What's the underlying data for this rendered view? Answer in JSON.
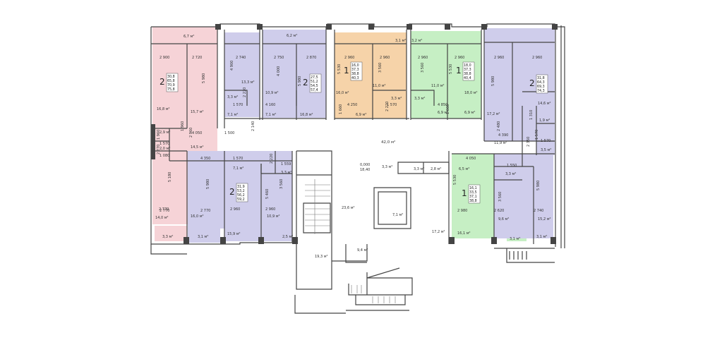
{
  "colors": {
    "pink": "#f6d3d7",
    "lavender": "#cfcdeb",
    "orange": "#f6d3a9",
    "green": "#c6efc4",
    "wall": "#3a3a3a",
    "line": "#555555"
  },
  "rooms": [
    {
      "id": "r1",
      "area": "6,7 м²"
    },
    {
      "id": "r2",
      "area": "16,8 м²"
    },
    {
      "id": "r3",
      "area": "15,7 м²"
    },
    {
      "id": "r4",
      "area": "2,9 м²"
    },
    {
      "id": "r5",
      "area": "2,0 м²"
    },
    {
      "id": "r6",
      "area": "14,5 м²"
    },
    {
      "id": "r7",
      "area": "14,0 м²"
    },
    {
      "id": "r8",
      "area": "3,3 м²"
    },
    {
      "id": "r9",
      "area": "13,3 м²"
    },
    {
      "id": "r10",
      "area": "3,3 м²"
    },
    {
      "id": "r11",
      "area": "7,1 м²"
    },
    {
      "id": "r12",
      "area": "6,2 м²"
    },
    {
      "id": "r13",
      "area": "10,9 м²"
    },
    {
      "id": "r14",
      "area": "7,1 м²"
    },
    {
      "id": "r15",
      "area": "16,8 м²"
    },
    {
      "id": "r16",
      "area": "3,1 м²"
    },
    {
      "id": "r17",
      "area": "3,2 м²"
    },
    {
      "id": "r18",
      "area": "16,0 м²"
    },
    {
      "id": "r19",
      "area": "11,0 м²"
    },
    {
      "id": "r20",
      "area": "3,3 м²"
    },
    {
      "id": "r21",
      "area": "6,9 м²"
    },
    {
      "id": "r22",
      "area": "3,3 м²"
    },
    {
      "id": "r23",
      "area": "11,0 м²"
    },
    {
      "id": "r24",
      "area": "18,0 м²"
    },
    {
      "id": "r25",
      "area": "6,9 м²"
    },
    {
      "id": "r26",
      "area": "6,9 м²"
    },
    {
      "id": "r27",
      "area": "17,2 м²"
    },
    {
      "id": "r28",
      "area": "14,6 м²"
    },
    {
      "id": "r29",
      "area": "1,9 м²"
    },
    {
      "id": "r30",
      "area": "11,9 м²"
    },
    {
      "id": "r31",
      "area": "3,5 м²"
    },
    {
      "id": "r32",
      "area": "7,1 м²"
    },
    {
      "id": "r33",
      "area": "3,3 м²"
    },
    {
      "id": "r34",
      "area": "16,0 м²"
    },
    {
      "id": "r35",
      "area": "15,9 м²"
    },
    {
      "id": "r36",
      "area": "10,9 м²"
    },
    {
      "id": "r37",
      "area": "3,1 м²"
    },
    {
      "id": "r38",
      "area": "2,5 м²"
    },
    {
      "id": "r39",
      "area": "3,3 м²"
    },
    {
      "id": "r40",
      "area": "2,8 м²"
    },
    {
      "id": "r41",
      "area": "6,5 м²"
    },
    {
      "id": "r42",
      "area": "3,3 м²"
    },
    {
      "id": "r43",
      "area": "16,1 м²"
    },
    {
      "id": "r44",
      "area": "9,6 м²"
    },
    {
      "id": "r45",
      "area": "15,2 м²"
    },
    {
      "id": "r46",
      "area": "3,1 м²"
    },
    {
      "id": "r47",
      "area": "3,1 м²"
    },
    {
      "id": "r48",
      "area": "23,6 м²"
    },
    {
      "id": "r49",
      "area": "7,1 м²"
    },
    {
      "id": "r50",
      "area": "17,2 м²"
    },
    {
      "id": "r51",
      "area": "19,3 м²"
    },
    {
      "id": "r52",
      "area": "9,4 м²"
    },
    {
      "id": "r53",
      "area": "3,3 м²"
    },
    {
      "id": "corridor",
      "area": "42,0 м²"
    },
    {
      "id": "level",
      "area": "0,000"
    },
    {
      "id": "mark",
      "area": "18,40"
    }
  ],
  "apartments": [
    {
      "rooms": "2",
      "values": [
        "30,8",
        "65,8",
        "70,9",
        "75,8"
      ]
    },
    {
      "rooms": "2",
      "values": [
        "27,5",
        "51,2",
        "54,5",
        "57,4"
      ]
    },
    {
      "rooms": "1",
      "values": [
        "16,0",
        "37,3",
        "38,8",
        "40,3"
      ]
    },
    {
      "rooms": "1",
      "values": [
        "18,0",
        "37,3",
        "38,8",
        "40,4"
      ]
    },
    {
      "rooms": "2",
      "values": [
        "31,8",
        "64,3",
        "69,3",
        "74,3"
      ]
    },
    {
      "rooms": "2",
      "values": [
        "31,9",
        "53,2",
        "56,2",
        "59,2"
      ]
    },
    {
      "rooms": "1",
      "values": [
        "16,1",
        "33,5",
        "37,1",
        "38,8"
      ]
    }
  ],
  "dimensions": [
    "2 900",
    "2 720",
    "2 740",
    "2 750",
    "2 870",
    "2 960",
    "2 960",
    "2 960",
    "2 960",
    "2 960",
    "2 960",
    "5 980",
    "4 900",
    "2 220",
    "1 570",
    "4 160",
    "4 000",
    "5 980",
    "5 530",
    "3 560",
    "4 250",
    "1 660",
    "1 570",
    "2 220",
    "3 560",
    "5 530",
    "4 850",
    "1 660",
    "5 980",
    "1 310",
    "4 390",
    "2 480",
    "1 570",
    "2 960",
    "1 960",
    "4 050",
    "1 500",
    "2 140",
    "1 570",
    "1 960",
    "1 080",
    "2 770",
    "2 770",
    "4 350",
    "1 570",
    "1 559",
    "2 220",
    "3 560",
    "5 180",
    "5 980",
    "5 460",
    "2 960",
    "2 960",
    "2 770",
    "2 770",
    "4 050",
    "1 550",
    "5 530",
    "3 560",
    "2 980",
    "2 620",
    "2 740",
    "5 980",
    "2 350",
    "1 570"
  ]
}
